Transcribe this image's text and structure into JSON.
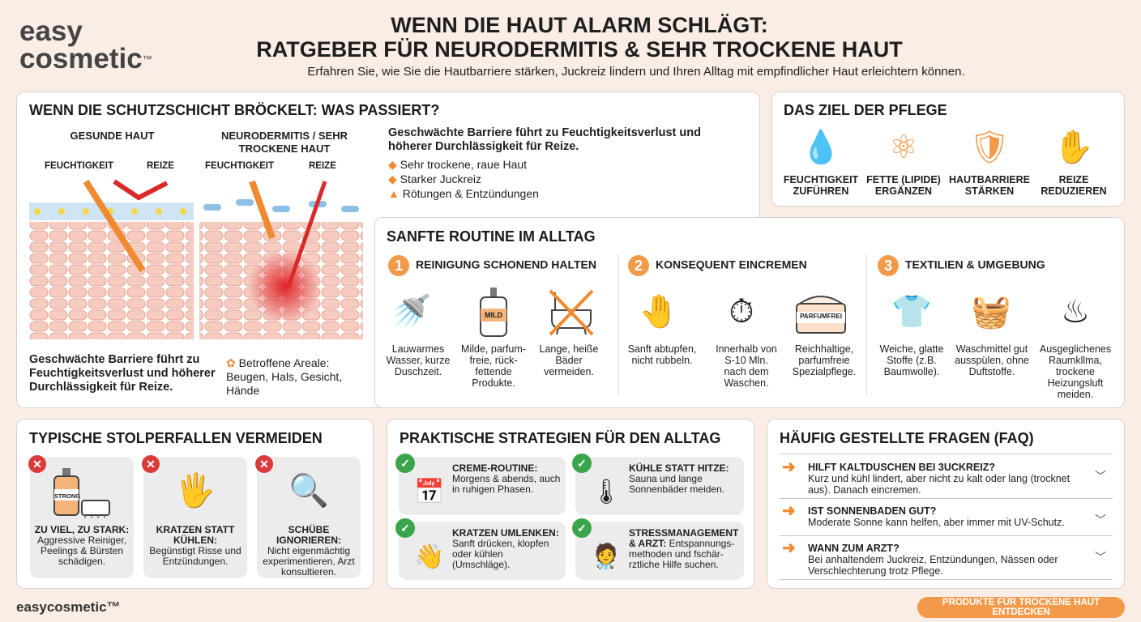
{
  "brand": {
    "logo_line1": "easy",
    "logo_line2": "cosmetic",
    "tm": "™",
    "footer_logo": "easycosmetic™"
  },
  "header": {
    "title_line1": "WENN DIE HAUT ALARM SCHLÄGT:",
    "title_line2": "RATGEBER FÜR NEURODERMITIS & SEHR TROCKENE HAUT",
    "subtitle": "Erfahren Sie, wie Sie die Hautbarriere stärken, Juckreiz lindern und Ihren Alltag mit empfindlicher Haut erleichtern können."
  },
  "what": {
    "title": "WENN DIE SCHUTZSCHICHT BRÖCKELT: WAS PASSIERT?",
    "healthy": "GESUNDE HAUT",
    "sick": "NEURODERMITIS / SEHR TROCKENE HAUT",
    "moisture": "FEUCHTIGKEIT",
    "irritant": "REIZE",
    "lead": "Geschwächte Barriere führt zu Feuchtigkeitsverlust und höherer Durchlässigkeit für Reize.",
    "symptoms": [
      "Sehr trockene, raue Haut",
      "Starker Juckreiz",
      "Rötungen & Entzündungen"
    ],
    "bottom_text": "Geschwächte Barriere führt zu Feuchtigkeitsverlust und höherer Durchlässigkeit für Reize.",
    "areas": "Betroffene Areale: Beugen, Hals, Gesicht, Hände"
  },
  "goal": {
    "title": "DAS ZIEL DER PFLEGE",
    "items": [
      {
        "icon": "droplet-plus-icon",
        "label": "FEUCHTIGKEIT ZUFÜHREN"
      },
      {
        "icon": "lipid-icon",
        "label": "FETTE (LIPIDE) ERGÄNZEN"
      },
      {
        "icon": "shield-icon",
        "label": "HAUTBARRIERE STÄRKEN"
      },
      {
        "icon": "hand-stop-icon",
        "label": "REIZE REDUZIEREN"
      }
    ]
  },
  "routine": {
    "title": "SANFTE ROUTINE IM ALLTAG",
    "steps": [
      {
        "num": "1",
        "title": "REINIGUNG SCHONEND HALTEN",
        "items": [
          {
            "icon": "shower-icon",
            "text": "Lauwarmes Wasser, kurze Duschzeit."
          },
          {
            "icon": "mild-soap-icon",
            "text": "Milde, parfum-freie, rück-fettende Produkte."
          },
          {
            "icon": "no-bath-icon",
            "text": "Lange, heiße Bäder vermeiden."
          }
        ]
      },
      {
        "num": "2",
        "title": "KONSEQUENT EINCREMEN",
        "items": [
          {
            "icon": "towel-hand-icon",
            "text": "Sanft abtupfen, nicht rubbeln."
          },
          {
            "icon": "stopwatch-icon",
            "text": "Innerhalb von S-10 Mln. nach dem Waschen."
          },
          {
            "icon": "cream-jar-icon",
            "text": "Reichhaltige, parfumfreie Spezialpflege."
          }
        ]
      },
      {
        "num": "3",
        "title": "TEXTILIEN & UMGEBUNG",
        "items": [
          {
            "icon": "tshirt-icon",
            "text": "Weiche, glatte Stoffe (z.B. Baumwolle)."
          },
          {
            "icon": "washing-machine-icon",
            "text": "Waschmittel gut ausspülen, ohne Duftstoffe."
          },
          {
            "icon": "humidifier-icon",
            "text": "Ausgeglichenes Raumkllma, trockene Heizungsluft meiden."
          }
        ]
      }
    ],
    "mild_label": "MILD",
    "parfumfrei_label": "PARFUMFREI"
  },
  "pitfalls": {
    "title": "TYPISCHE STOLPERFALLEN VERMEIDEN",
    "items": [
      {
        "icon": "strong-cleaner-icon",
        "head": "ZU VIEL, ZU STARK:",
        "text": "Aggressive Reiniger, Peelings & Bürsten schädigen."
      },
      {
        "icon": "scratching-hand-icon",
        "head": "KRATZEN STATT KÜHLEN:",
        "text": "Begünstigt Risse und Entzündungen."
      },
      {
        "icon": "magnifier-warning-icon",
        "head": "SCHÜBE IGNORIEREN:",
        "text": "Nicht eigenmächtig experimentieren, Arzt konsultieren."
      }
    ],
    "strong_label": "STRONG"
  },
  "strategies": {
    "title": "PRAKTISCHE STRATEGIEN FÜR DEN ALLTAG",
    "items": [
      {
        "icon": "calendar-cream-icon",
        "head": "CREME-ROUTINE:",
        "text": "Morgens & abends, auch in ruhigen Phasen."
      },
      {
        "icon": "thermometer-fan-icon",
        "head": "KÜHLE STATT HITZE:",
        "text": "Sauna und lange Sonnenbäder meiden."
      },
      {
        "icon": "patting-hand-icon",
        "head": "KRATZEN UMLENKEN:",
        "text": "Sanft drücken, klopfen oder kühlen (Umschläge)."
      },
      {
        "icon": "doctor-icon",
        "head": "STRESSMANAGEMENT & ARZT:",
        "text": "Entspannungs-methoden und fschär-rztliche Hilfe suchen."
      }
    ]
  },
  "faq": {
    "title": "HÄUFIG GESTELLTE FRAGEN (FAQ)",
    "items": [
      {
        "q": "HILFT KALTDUSCHEN BEI 3UCKREIZ?",
        "a": "Kurz und kühl lindert, aber nicht zu kalt oder lang (trocknet aus). Danach eincremen."
      },
      {
        "q": "IST SONNENBADEN GUT?",
        "a": "Moderate Sonne kann helfen, aber immer mit UV-Schutz."
      },
      {
        "q": "WANN ZUM ARZT?",
        "a": "Bei anhaltendem Juckreiz, Entzündungen, Nässen oder Verschlechterung trotz Pflege."
      }
    ]
  },
  "cta": {
    "label": "PRODUKTE FÜR TROCKENE HAUT ENTDECKEN"
  },
  "colors": {
    "accent": "#f39a4a",
    "background": "#f9ede6",
    "error": "#d93a3a",
    "success": "#3aa54a"
  }
}
